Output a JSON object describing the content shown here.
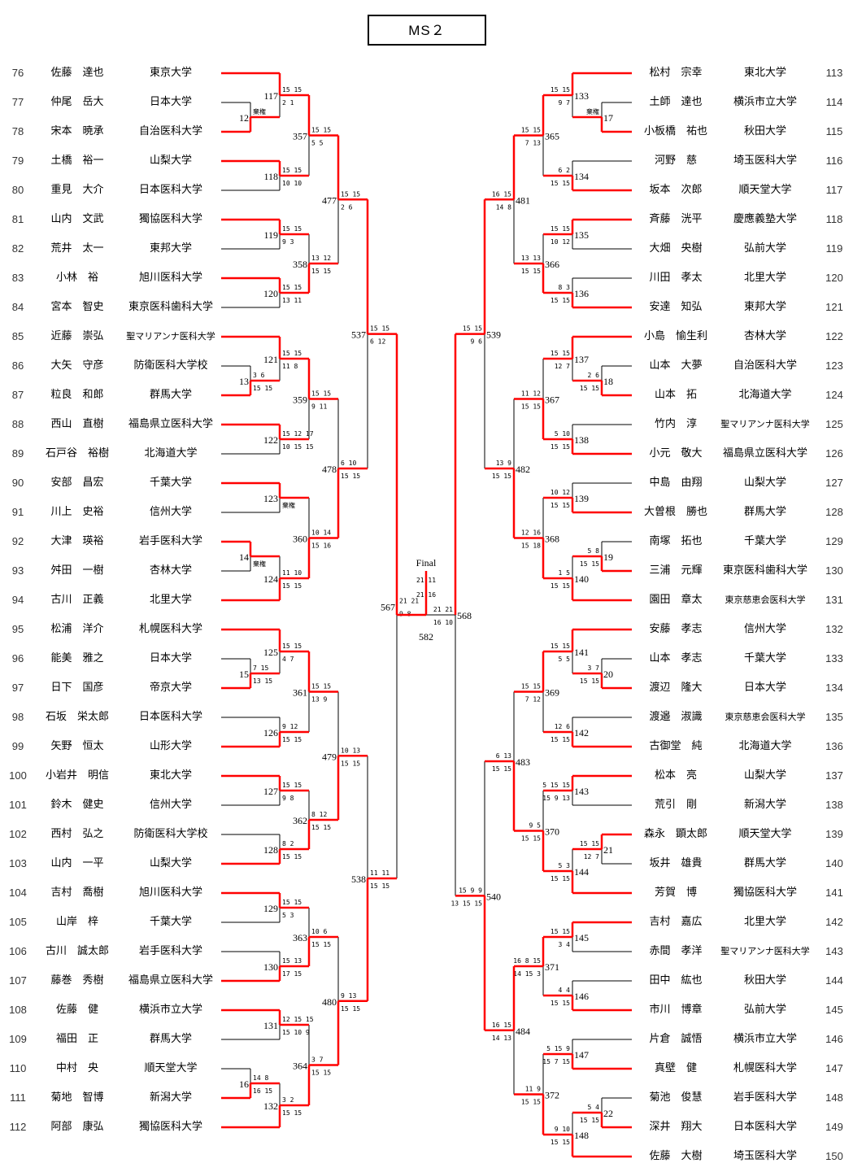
{
  "title": "MS２",
  "final": {
    "label": "Final",
    "id": "582",
    "a": "m567",
    "b": "m568",
    "games": [
      "21 11",
      "21 16"
    ],
    "w": "a"
  },
  "players_left": [
    {
      "num": "76",
      "name": "佐藤　達也",
      "school": "東京大学"
    },
    {
      "num": "77",
      "name": "仲尾　岳大",
      "school": "日本大学"
    },
    {
      "num": "78",
      "name": "宋本　暁承",
      "school": "自治医科大学"
    },
    {
      "num": "79",
      "name": "土橋　裕一",
      "school": "山梨大学"
    },
    {
      "num": "80",
      "name": "重見　大介",
      "school": "日本医科大学"
    },
    {
      "num": "81",
      "name": "山内　文武",
      "school": "獨協医科大学"
    },
    {
      "num": "82",
      "name": "荒井　太一",
      "school": "東邦大学"
    },
    {
      "num": "83",
      "name": "小林　裕",
      "school": "旭川医科大学"
    },
    {
      "num": "84",
      "name": "宮本　智史",
      "school": "東京医科歯科大学"
    },
    {
      "num": "85",
      "name": "近藤　崇弘",
      "school": "聖マリアンナ医科大学"
    },
    {
      "num": "86",
      "name": "大矢　守彦",
      "school": "防衛医科大学校"
    },
    {
      "num": "87",
      "name": "粒良　和郎",
      "school": "群馬大学"
    },
    {
      "num": "88",
      "name": "西山　直樹",
      "school": "福島県立医科大学"
    },
    {
      "num": "89",
      "name": "石戸谷　裕樹",
      "school": "北海道大学"
    },
    {
      "num": "90",
      "name": "安部　昌宏",
      "school": "千葉大学"
    },
    {
      "num": "91",
      "name": "川上　史裕",
      "school": "信州大学"
    },
    {
      "num": "92",
      "name": "大津　瑛裕",
      "school": "岩手医科大学"
    },
    {
      "num": "93",
      "name": "舛田　一樹",
      "school": "杏林大学"
    },
    {
      "num": "94",
      "name": "古川　正義",
      "school": "北里大学"
    },
    {
      "num": "95",
      "name": "松浦　洋介",
      "school": "札幌医科大学"
    },
    {
      "num": "96",
      "name": "能美　雅之",
      "school": "日本大学"
    },
    {
      "num": "97",
      "name": "日下　国彦",
      "school": "帝京大学"
    },
    {
      "num": "98",
      "name": "石坂　栄太郎",
      "school": "日本医科大学"
    },
    {
      "num": "99",
      "name": "矢野　恒太",
      "school": "山形大学"
    },
    {
      "num": "100",
      "name": "小岩井　明信",
      "school": "東北大学"
    },
    {
      "num": "101",
      "name": "鈴木　健史",
      "school": "信州大学"
    },
    {
      "num": "102",
      "name": "西村　弘之",
      "school": "防衛医科大学校"
    },
    {
      "num": "103",
      "name": "山内　一平",
      "school": "山梨大学"
    },
    {
      "num": "104",
      "name": "吉村　喬樹",
      "school": "旭川医科大学"
    },
    {
      "num": "105",
      "name": "山岸　梓",
      "school": "千葉大学"
    },
    {
      "num": "106",
      "name": "古川　誠太郎",
      "school": "岩手医科大学"
    },
    {
      "num": "107",
      "name": "藤巻　秀樹",
      "school": "福島県立医科大学"
    },
    {
      "num": "108",
      "name": "佐藤　健",
      "school": "横浜市立大学"
    },
    {
      "num": "109",
      "name": "福田　正",
      "school": "群馬大学"
    },
    {
      "num": "110",
      "name": "中村　央",
      "school": "順天堂大学"
    },
    {
      "num": "111",
      "name": "菊地　智博",
      "school": "新潟大学"
    },
    {
      "num": "112",
      "name": "阿部　康弘",
      "school": "獨協医科大学"
    }
  ],
  "players_right": [
    {
      "num": "113",
      "name": "松村　宗幸",
      "school": "東北大学"
    },
    {
      "num": "114",
      "name": "土師　達也",
      "school": "横浜市立大学"
    },
    {
      "num": "115",
      "name": "小板橋　祐也",
      "school": "秋田大学"
    },
    {
      "num": "116",
      "name": "河野　慈",
      "school": "埼玉医科大学"
    },
    {
      "num": "117",
      "name": "坂本　次郎",
      "school": "順天堂大学"
    },
    {
      "num": "118",
      "name": "斉藤　洸平",
      "school": "慶應義塾大学"
    },
    {
      "num": "119",
      "name": "大畑　央樹",
      "school": "弘前大学"
    },
    {
      "num": "120",
      "name": "川田　孝太",
      "school": "北里大学"
    },
    {
      "num": "121",
      "name": "安達　知弘",
      "school": "東邦大学"
    },
    {
      "num": "122",
      "name": "小島　愉生利",
      "school": "杏林大学"
    },
    {
      "num": "123",
      "name": "山本　大夢",
      "school": "自治医科大学"
    },
    {
      "num": "124",
      "name": "山本　拓",
      "school": "北海道大学"
    },
    {
      "num": "125",
      "name": "竹内　淳",
      "school": "聖マリアンナ医科大学"
    },
    {
      "num": "126",
      "name": "小元　敬大",
      "school": "福島県立医科大学"
    },
    {
      "num": "127",
      "name": "中島　由翔",
      "school": "山梨大学"
    },
    {
      "num": "128",
      "name": "大曽根　勝也",
      "school": "群馬大学"
    },
    {
      "num": "129",
      "name": "南塚　拓也",
      "school": "千葉大学"
    },
    {
      "num": "130",
      "name": "三浦　元輝",
      "school": "東京医科歯科大学"
    },
    {
      "num": "131",
      "name": "園田　章太",
      "school": "東京慈恵会医科大学"
    },
    {
      "num": "132",
      "name": "安藤　孝志",
      "school": "信州大学"
    },
    {
      "num": "133",
      "name": "山本　孝志",
      "school": "千葉大学"
    },
    {
      "num": "134",
      "name": "渡辺　隆大",
      "school": "日本大学"
    },
    {
      "num": "135",
      "name": "渡邉　淑識",
      "school": "東京慈恵会医科大学"
    },
    {
      "num": "136",
      "name": "古御堂　純",
      "school": "北海道大学"
    },
    {
      "num": "137",
      "name": "松本　亮",
      "school": "山梨大学"
    },
    {
      "num": "138",
      "name": "荒引　剛",
      "school": "新潟大学"
    },
    {
      "num": "139",
      "name": "森永　顕太郎",
      "school": "順天堂大学"
    },
    {
      "num": "140",
      "name": "坂井　雄貴",
      "school": "群馬大学"
    },
    {
      "num": "141",
      "name": "芳賀　博",
      "school": "獨協医科大学"
    },
    {
      "num": "142",
      "name": "吉村　嘉広",
      "school": "北里大学"
    },
    {
      "num": "143",
      "name": "赤間　孝洋",
      "school": "聖マリアンナ医科大学"
    },
    {
      "num": "144",
      "name": "田中　紘也",
      "school": "秋田大学"
    },
    {
      "num": "145",
      "name": "市川　博章",
      "school": "弘前大学"
    },
    {
      "num": "146",
      "name": "片倉　誠悟",
      "school": "横浜市立大学"
    },
    {
      "num": "147",
      "name": "真壁　健",
      "school": "札幌医科大学"
    },
    {
      "num": "148",
      "name": "菊池　俊慧",
      "school": "岩手医科大学"
    },
    {
      "num": "149",
      "name": "深井　翔大",
      "school": "日本医科大学"
    },
    {
      "num": "150",
      "name": "佐藤　大樹",
      "school": "埼玉医科大学"
    }
  ],
  "matches": [
    {
      "id": "12",
      "side": "L",
      "round": 0,
      "a": "p77",
      "b": "p78",
      "sa": "棄権",
      "sb": "",
      "w": "b"
    },
    {
      "id": "13",
      "side": "L",
      "round": 0,
      "a": "p86",
      "b": "p87",
      "sa": "3 6",
      "sb": "15 15",
      "w": "b"
    },
    {
      "id": "14",
      "side": "L",
      "round": 0,
      "a": "p92",
      "b": "p93",
      "sa": "",
      "sb": "棄権",
      "w": "a"
    },
    {
      "id": "15",
      "side": "L",
      "round": 0,
      "a": "p96",
      "b": "p97",
      "sa": "7 15",
      "sb": "13 15",
      "w": "b"
    },
    {
      "id": "16",
      "side": "L",
      "round": 0,
      "a": "p110",
      "b": "p111",
      "sa": "14 8",
      "sb": "16 15",
      "w": "b"
    },
    {
      "id": "117",
      "side": "L",
      "round": 1,
      "a": "p76",
      "b": "m12",
      "sa": "15 15",
      "sb": "2 1",
      "w": "a"
    },
    {
      "id": "118",
      "side": "L",
      "round": 1,
      "a": "p79",
      "b": "p80",
      "sa": "15 15",
      "sb": "10 10",
      "w": "a"
    },
    {
      "id": "119",
      "side": "L",
      "round": 1,
      "a": "p81",
      "b": "p82",
      "sa": "15 15",
      "sb": "9 3",
      "w": "a"
    },
    {
      "id": "120",
      "side": "L",
      "round": 1,
      "a": "p83",
      "b": "p84",
      "sa": "15 15",
      "sb": "13 11",
      "w": "a"
    },
    {
      "id": "121",
      "side": "L",
      "round": 1,
      "a": "p85",
      "b": "m13",
      "sa": "15 15",
      "sb": "11 8",
      "w": "a"
    },
    {
      "id": "122",
      "side": "L",
      "round": 1,
      "a": "p88",
      "b": "p89",
      "sa": "15 12 17",
      "sb": "10 15 15",
      "w": "a"
    },
    {
      "id": "123",
      "side": "L",
      "round": 1,
      "a": "p90",
      "b": "p91",
      "sa": "",
      "sb": "棄権",
      "w": "a"
    },
    {
      "id": "124",
      "side": "L",
      "round": 1,
      "a": "m14",
      "b": "p94",
      "sa": "11 10",
      "sb": "15 15",
      "w": "b"
    },
    {
      "id": "125",
      "side": "L",
      "round": 1,
      "a": "p95",
      "b": "m15",
      "sa": "15 15",
      "sb": "4 7",
      "w": "a"
    },
    {
      "id": "126",
      "side": "L",
      "round": 1,
      "a": "p98",
      "b": "p99",
      "sa": "9 12",
      "sb": "15 15",
      "w": "b"
    },
    {
      "id": "127",
      "side": "L",
      "round": 1,
      "a": "p100",
      "b": "p101",
      "sa": "15 15",
      "sb": "9 8",
      "w": "a"
    },
    {
      "id": "128",
      "side": "L",
      "round": 1,
      "a": "p102",
      "b": "p103",
      "sa": "8 2",
      "sb": "15 15",
      "w": "b"
    },
    {
      "id": "129",
      "side": "L",
      "round": 1,
      "a": "p104",
      "b": "p105",
      "sa": "15 15",
      "sb": "5 3",
      "w": "a"
    },
    {
      "id": "130",
      "side": "L",
      "round": 1,
      "a": "p106",
      "b": "p107",
      "sa": "15 13",
      "sb": "17 15",
      "w": "b"
    },
    {
      "id": "131",
      "side": "L",
      "round": 1,
      "a": "p108",
      "b": "p109",
      "sa": "12 15 15",
      "sb": "15 10 9",
      "w": "a"
    },
    {
      "id": "132",
      "side": "L",
      "round": 1,
      "a": "m16",
      "b": "p112",
      "sa": "3 2",
      "sb": "15 15",
      "w": "b"
    },
    {
      "id": "357",
      "side": "L",
      "round": 2,
      "a": "m117",
      "b": "m118",
      "sa": "15 15",
      "sb": "5 5",
      "w": "a"
    },
    {
      "id": "358",
      "side": "L",
      "round": 2,
      "a": "m119",
      "b": "m120",
      "sa": "13 12",
      "sb": "15 15",
      "w": "b"
    },
    {
      "id": "359",
      "side": "L",
      "round": 2,
      "a": "m121",
      "b": "m122",
      "sa": "15 15",
      "sb": "9 11",
      "w": "a"
    },
    {
      "id": "360",
      "side": "L",
      "round": 2,
      "a": "m123",
      "b": "m124",
      "sa": "10 14",
      "sb": "15 16",
      "w": "b"
    },
    {
      "id": "361",
      "side": "L",
      "round": 2,
      "a": "m125",
      "b": "m126",
      "sa": "15 15",
      "sb": "13 9",
      "w": "a"
    },
    {
      "id": "362",
      "side": "L",
      "round": 2,
      "a": "m127",
      "b": "m128",
      "sa": "8 12",
      "sb": "15 15",
      "w": "b"
    },
    {
      "id": "363",
      "side": "L",
      "round": 2,
      "a": "m129",
      "b": "m130",
      "sa": "10 6",
      "sb": "15 15",
      "w": "b"
    },
    {
      "id": "364",
      "side": "L",
      "round": 2,
      "a": "m131",
      "b": "m132",
      "sa": "3 7",
      "sb": "15 15",
      "w": "b"
    },
    {
      "id": "477",
      "side": "L",
      "round": 3,
      "a": "m357",
      "b": "m358",
      "sa": "15 15",
      "sb": "2 6",
      "w": "a"
    },
    {
      "id": "478",
      "side": "L",
      "round": 3,
      "a": "m359",
      "b": "m360",
      "sa": "6 10",
      "sb": "15 15",
      "w": "b"
    },
    {
      "id": "479",
      "side": "L",
      "round": 3,
      "a": "m361",
      "b": "m362",
      "sa": "10 13",
      "sb": "15 15",
      "w": "b"
    },
    {
      "id": "480",
      "side": "L",
      "round": 3,
      "a": "m363",
      "b": "m364",
      "sa": "9 13",
      "sb": "15 15",
      "w": "b"
    },
    {
      "id": "537",
      "side": "L",
      "round": 4,
      "a": "m477",
      "b": "m478",
      "sa": "15 15",
      "sb": "6 12",
      "w": "a"
    },
    {
      "id": "538",
      "side": "L",
      "round": 4,
      "a": "m479",
      "b": "m480",
      "sa": "11 11",
      "sb": "15 15",
      "w": "b"
    },
    {
      "id": "567",
      "side": "L",
      "round": 5,
      "a": "m537",
      "b": "m538",
      "sa": "21 21",
      "sb": "9 8",
      "w": "a"
    },
    {
      "id": "17",
      "side": "R",
      "round": 0,
      "a": "p114",
      "b": "p115",
      "sa": "棄権",
      "sb": "",
      "w": "b"
    },
    {
      "id": "18",
      "side": "R",
      "round": 0,
      "a": "p123",
      "b": "p124",
      "sa": "2 6",
      "sb": "15 15",
      "w": "b"
    },
    {
      "id": "19",
      "side": "R",
      "round": 0,
      "a": "p129",
      "b": "p130",
      "sa": "5 8",
      "sb": "15 15",
      "w": "b"
    },
    {
      "id": "20",
      "side": "R",
      "round": 0,
      "a": "p133",
      "b": "p134",
      "sa": "3 7",
      "sb": "15 15",
      "w": "b"
    },
    {
      "id": "21",
      "side": "R",
      "round": 0,
      "a": "p139",
      "b": "p140",
      "sa": "15 15",
      "sb": "12 7",
      "w": "a"
    },
    {
      "id": "22",
      "side": "R",
      "round": 0,
      "a": "p148",
      "b": "p149",
      "sa": "5 4",
      "sb": "15 15",
      "w": "b"
    },
    {
      "id": "133",
      "side": "R",
      "round": 1,
      "a": "p113",
      "b": "m17",
      "sa": "15 15",
      "sb": "9 7",
      "w": "a"
    },
    {
      "id": "134",
      "side": "R",
      "round": 1,
      "a": "p116",
      "b": "p117",
      "sa": "6 2",
      "sb": "15 15",
      "w": "b"
    },
    {
      "id": "135",
      "side": "R",
      "round": 1,
      "a": "p118",
      "b": "p119",
      "sa": "15 15",
      "sb": "10 12",
      "w": "a"
    },
    {
      "id": "136",
      "side": "R",
      "round": 1,
      "a": "p120",
      "b": "p121",
      "sa": "8 3",
      "sb": "15 15",
      "w": "b"
    },
    {
      "id": "137",
      "side": "R",
      "round": 1,
      "a": "p122",
      "b": "m18",
      "sa": "15 15",
      "sb": "12 7",
      "w": "a"
    },
    {
      "id": "138",
      "side": "R",
      "round": 1,
      "a": "p125",
      "b": "p126",
      "sa": "5 10",
      "sb": "15 15",
      "w": "b"
    },
    {
      "id": "139",
      "side": "R",
      "round": 1,
      "a": "p127",
      "b": "p128",
      "sa": "10 12",
      "sb": "15 15",
      "w": "b"
    },
    {
      "id": "140",
      "side": "R",
      "round": 1,
      "a": "m19",
      "b": "p131",
      "sa": "1 5",
      "sb": "15 15",
      "w": "b"
    },
    {
      "id": "141",
      "side": "R",
      "round": 1,
      "a": "p132",
      "b": "m20",
      "sa": "15 15",
      "sb": "5 5",
      "w": "a"
    },
    {
      "id": "142",
      "side": "R",
      "round": 1,
      "a": "p135",
      "b": "p136",
      "sa": "12 6",
      "sb": "15 15",
      "w": "b"
    },
    {
      "id": "143",
      "side": "R",
      "round": 1,
      "a": "p137",
      "b": "p138",
      "sa": "5 15 15",
      "sb": "15 9 13",
      "w": "a"
    },
    {
      "id": "144",
      "side": "R",
      "round": 1,
      "a": "m21",
      "b": "p141",
      "sa": "5 3",
      "sb": "15 15",
      "w": "b"
    },
    {
      "id": "145",
      "side": "R",
      "round": 1,
      "a": "p142",
      "b": "p143",
      "sa": "15 15",
      "sb": "3 4",
      "w": "a"
    },
    {
      "id": "146",
      "side": "R",
      "round": 1,
      "a": "p144",
      "b": "p145",
      "sa": "4 4",
      "sb": "15 15",
      "w": "b"
    },
    {
      "id": "147",
      "side": "R",
      "round": 1,
      "a": "p146",
      "b": "p147",
      "sa": "5 15 9",
      "sb": "15 7 15",
      "w": "b"
    },
    {
      "id": "148",
      "side": "R",
      "round": 1,
      "a": "m22",
      "b": "p150",
      "sa": "9 10",
      "sb": "15 15",
      "w": "b"
    },
    {
      "id": "365",
      "side": "R",
      "round": 2,
      "a": "m133",
      "b": "m134",
      "sa": "15 15",
      "sb": "7 13",
      "w": "a"
    },
    {
      "id": "366",
      "side": "R",
      "round": 2,
      "a": "m135",
      "b": "m136",
      "sa": "13 13",
      "sb": "15 15",
      "w": "b"
    },
    {
      "id": "367",
      "side": "R",
      "round": 2,
      "a": "m137",
      "b": "m138",
      "sa": "11 12",
      "sb": "15 15",
      "w": "b"
    },
    {
      "id": "368",
      "side": "R",
      "round": 2,
      "a": "m139",
      "b": "m140",
      "sa": "12 16",
      "sb": "15 18",
      "w": "b"
    },
    {
      "id": "369",
      "side": "R",
      "round": 2,
      "a": "m141",
      "b": "m142",
      "sa": "15 15",
      "sb": "7 12",
      "w": "a"
    },
    {
      "id": "370",
      "side": "R",
      "round": 2,
      "a": "m143",
      "b": "m144",
      "sa": "9 5",
      "sb": "15 15",
      "w": "b"
    },
    {
      "id": "371",
      "side": "R",
      "round": 2,
      "a": "m145",
      "b": "m146",
      "sa": "16 8 15",
      "sb": "14 15 3",
      "w": "a"
    },
    {
      "id": "372",
      "side": "R",
      "round": 2,
      "a": "m147",
      "b": "m148",
      "sa": "11 9",
      "sb": "15 15",
      "w": "b"
    },
    {
      "id": "481",
      "side": "R",
      "round": 3,
      "a": "m365",
      "b": "m366",
      "sa": "16 15",
      "sb": "14 8",
      "w": "a"
    },
    {
      "id": "482",
      "side": "R",
      "round": 3,
      "a": "m367",
      "b": "m368",
      "sa": "13 9",
      "sb": "15 15",
      "w": "b"
    },
    {
      "id": "483",
      "side": "R",
      "round": 3,
      "a": "m369",
      "b": "m370",
      "sa": "6 13",
      "sb": "15 15",
      "w": "b"
    },
    {
      "id": "484",
      "side": "R",
      "round": 3,
      "a": "m371",
      "b": "m372",
      "sa": "16 15",
      "sb": "14 13",
      "w": "a"
    },
    {
      "id": "539",
      "side": "R",
      "round": 4,
      "a": "m481",
      "b": "m482",
      "sa": "15 15",
      "sb": "9 6",
      "w": "a"
    },
    {
      "id": "540",
      "side": "R",
      "round": 4,
      "a": "m483",
      "b": "m484",
      "sa": "15 9 9",
      "sb": "13 15 15",
      "w": "b"
    },
    {
      "id": "568",
      "side": "R",
      "round": 5,
      "a": "m539",
      "b": "m540",
      "sa": "21 21",
      "sb": "16 10",
      "w": "a"
    }
  ],
  "colors": {
    "win_line": "#ff0000",
    "line": "#000000"
  }
}
